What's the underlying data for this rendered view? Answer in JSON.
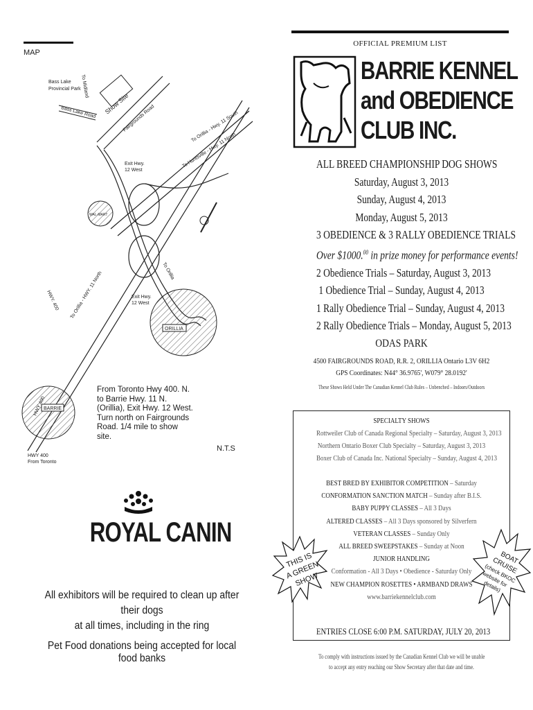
{
  "left_page": {
    "map_heading": "MAP",
    "map_labels": {
      "bass_lake_park": [
        "Bass Lake",
        "Provincial Park"
      ],
      "bass_lake_road": "Bass Lake Road",
      "to_midland": "To Midland",
      "show_site": "Show Site",
      "fairgrounds_road": "Fairgrounds Road",
      "to_orillia_hwy11_south": "To Orillia - Hwy. 11 South",
      "to_huntsville_hwy11_north": "To Huntsville - Hwy. 11 North",
      "exit_hwy12_west_top": [
        "Exit Hwy.",
        "12 West"
      ],
      "wal_mart": "WAL-MART",
      "to_orillia": "To Orillia",
      "to_orillia_hwy11_north": "To Orillia - HWY. 11 North",
      "exit_hwy12_west_bottom": [
        "Exit Hwy.",
        "12 West"
      ],
      "orillia": "ORILLIA",
      "hwy_400": "HWY. 400",
      "barrie": "BARRIE",
      "hwy_400_small": "HWY 400"
    },
    "directions": [
      "From Toronto Hwy 400. N.",
      "to Barrie Hwy. 11 N.",
      "(Orillia), Exit Hwy. 12 West.",
      "Turn north on Fairgrounds",
      "Road. 1/4 mile to show",
      "site."
    ],
    "nts": "N.T.S",
    "hwy_note": [
      "HWY 400",
      "From Toronto"
    ],
    "sponsor": "ROYAL CANIN",
    "cleanup_notice": [
      "All exhibitors will be required to clean up after their dogs",
      "at all times, including in the ring"
    ],
    "pet_food_notice": "Pet Food donations being accepted for local food banks"
  },
  "right_page": {
    "premium_list": "OFFICIAL PREMIUM LIST",
    "club_name": [
      "BARRIE KENNEL",
      "and OBEDIENCE",
      "CLUB INC."
    ],
    "events": [
      "ALL BREED CHAMPIONSHIP DOG SHOWS",
      "Saturday, August 3, 2013",
      "Sunday, August 4, 2013",
      "Monday, August 5, 2013",
      "3 OBEDIENCE & 3 RALLY OBEDIENCE TRIALS"
    ],
    "prize_money": {
      "prefix": "Over  $1000.",
      "sup": "00",
      "suffix": " in prize money for performance events!"
    },
    "trials": [
      "2 Obedience Trials – Saturday, August 3, 2013",
      "1 Obedience Trial – Sunday, August 4, 2013",
      "1 Rally Obedience Trial – Sunday, August 4, 2013",
      "2 Rally Obedience Trials – Monday, August 5, 2013"
    ],
    "venue": "ODAS PARK",
    "address": "4500 FAIRGROUNDS ROAD, R.R. 2, ORILLIA Ontario L3V 6H2",
    "gps": "GPS Coordinates: N44° 36.9765', W079° 28.0192'",
    "rules_note": "These Shows Held Under The Canadian Kennel Club Rules – Unbenched – Indoors/Outdoors",
    "specialty_heading": "SPECIALTY SHOWS",
    "specialty_shows": [
      "Rottweiler Club of Canada Regional Specialty – Saturday, August 3, 2013",
      "Northern Ontario Boxer Club Specialty – Saturday, August 3, 2013",
      "Boxer Club of Canada Inc. National Specialty – Sunday, August 4, 2013"
    ],
    "misc_events": [
      {
        "main": "BEST BRED BY EXHIBITOR COMPETITION",
        "detail": " – Saturday"
      },
      {
        "main": "CONFORMATION SANCTION MATCH",
        "detail": " – Sunday after B.I.S."
      },
      {
        "main": "BABY PUPPY CLASSES",
        "detail": " – All 3 Days"
      },
      {
        "main": "ALTERED CLASSES",
        "detail": " – All 3 Days sponsored by Silverfern"
      },
      {
        "main": "VETERAN CLASSES",
        "detail": " – Sunday Only"
      },
      {
        "main": "ALL BREED SWEEPSTAKES",
        "detail": " – Sunday at Noon"
      },
      {
        "main": "JUNIOR HANDLING",
        "detail": ""
      },
      {
        "main": "",
        "detail": "Conformation - All 3 Days • Obedience - Saturday Only"
      },
      {
        "main": "NEW CHAMPION ROSETTES • ARMBAND DRAWS",
        "detail": ""
      },
      {
        "main": "",
        "detail": "www.barriekennelclub.com"
      }
    ],
    "green_show_burst": [
      "THIS IS",
      "A GREEN",
      "SHOW"
    ],
    "boat_cruise_burst": [
      "BOAT",
      "CRUISE",
      "(check BKOC",
      "website for",
      "details)"
    ],
    "entries_close": "ENTRIES CLOSE 6:00 P.M. SATURDAY, JULY 20, 2013",
    "comply_note": [
      "To comply with instructions issued by the Canadian Kennel Club we will be unable",
      "to accept any entry reaching our Show Secretary after that date and time."
    ]
  }
}
